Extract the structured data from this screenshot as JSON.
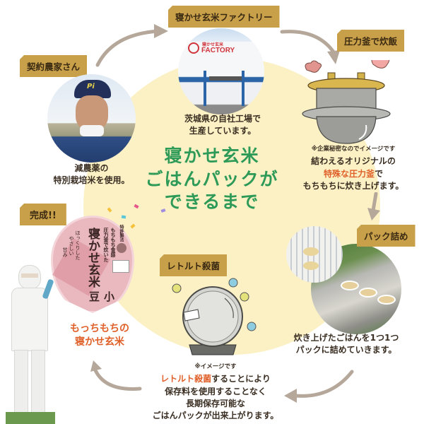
{
  "title": {
    "line1": "寝かせ玄米",
    "line2": "ごはんパックが",
    "line3": "できるまで"
  },
  "steps": [
    {
      "id": "farmer",
      "tag": "契約農家さん",
      "caption_line1": "減農薬の",
      "caption_line2": "特別栽培米を使用。",
      "cap_text": "Pi"
    },
    {
      "id": "factory",
      "tag": "寝かせ玄米ファクトリー",
      "sign_small": "寝かせ玄米",
      "sign_large": "FACTORY",
      "caption_line1": "茨城県の自社工場で",
      "caption_line2": "生産しています。"
    },
    {
      "id": "pressure-cooker",
      "tag": "圧力釜で炊飯",
      "note": "※企業秘密なのでイメージです",
      "caption_line1": "結わえるオリジナルの",
      "caption_line2_highlight": "特殊な圧力釜",
      "caption_line2_rest": "で",
      "caption_line3": "もちもちに炊き上げます。"
    },
    {
      "id": "packing",
      "tag": "パック詰め",
      "caption_line1": "炊き上げたごはんを1つ1つ",
      "caption_line2": "パックに詰めていきます。"
    },
    {
      "id": "retort",
      "tag": "レトルト殺菌",
      "note": "※イメージです",
      "caption_line1_highlight": "レトルト殺菌",
      "caption_line1_rest": "することにより",
      "caption_line2": "保存料を使用することなく",
      "caption_line3": "長期保存可能な",
      "caption_line4": "ごはんパックが出来上がります。"
    },
    {
      "id": "complete",
      "tag": "完成!!",
      "pack_label_main": "寝かせ玄米",
      "pack_label_sub": "小豆",
      "pack_label_top": "圧力釜で炊いた",
      "pack_label_top2": "もちもち食感",
      "pack_label_side1": "ほっくりした",
      "pack_label_side2": "やさしい",
      "pack_label_side3": "甘み",
      "pack_badge": "特許製法",
      "caption_line1": "もっちもちの",
      "caption_line2": "寝かせ玄米"
    }
  ],
  "colors": {
    "tag_bg": "#c9a04a",
    "title_green": "#2e9a58",
    "highlight_orange": "#e0602a",
    "center_circle": "#fbf1c4",
    "arrow": "#b5a89a"
  }
}
